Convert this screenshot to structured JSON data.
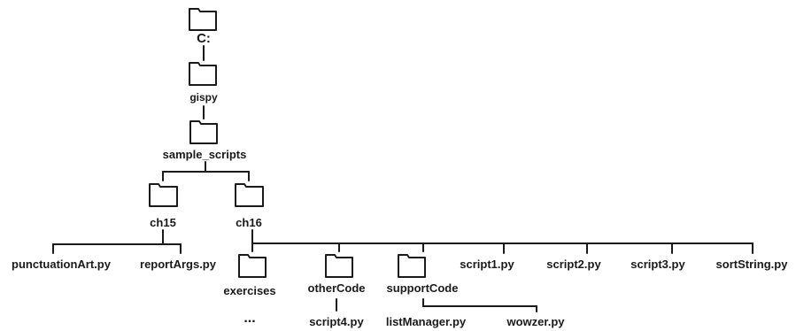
{
  "tree": {
    "root": "C:",
    "level1": "gispy",
    "level2": "sample_scripts",
    "ch15": {
      "label": "ch15",
      "files": [
        "punctuationArt.py",
        "reportArgs.py"
      ]
    },
    "ch16": {
      "label": "ch16",
      "folders": {
        "exercises": "exercises",
        "exercises_more": "...",
        "otherCode": "otherCode",
        "otherCode_file": "script4.py",
        "supportCode": "supportCode",
        "supportCode_files": [
          "listManager.py",
          "wowzer.py"
        ]
      },
      "files": [
        "script1.py",
        "script2.py",
        "script3.py",
        "sortString.py"
      ]
    }
  }
}
